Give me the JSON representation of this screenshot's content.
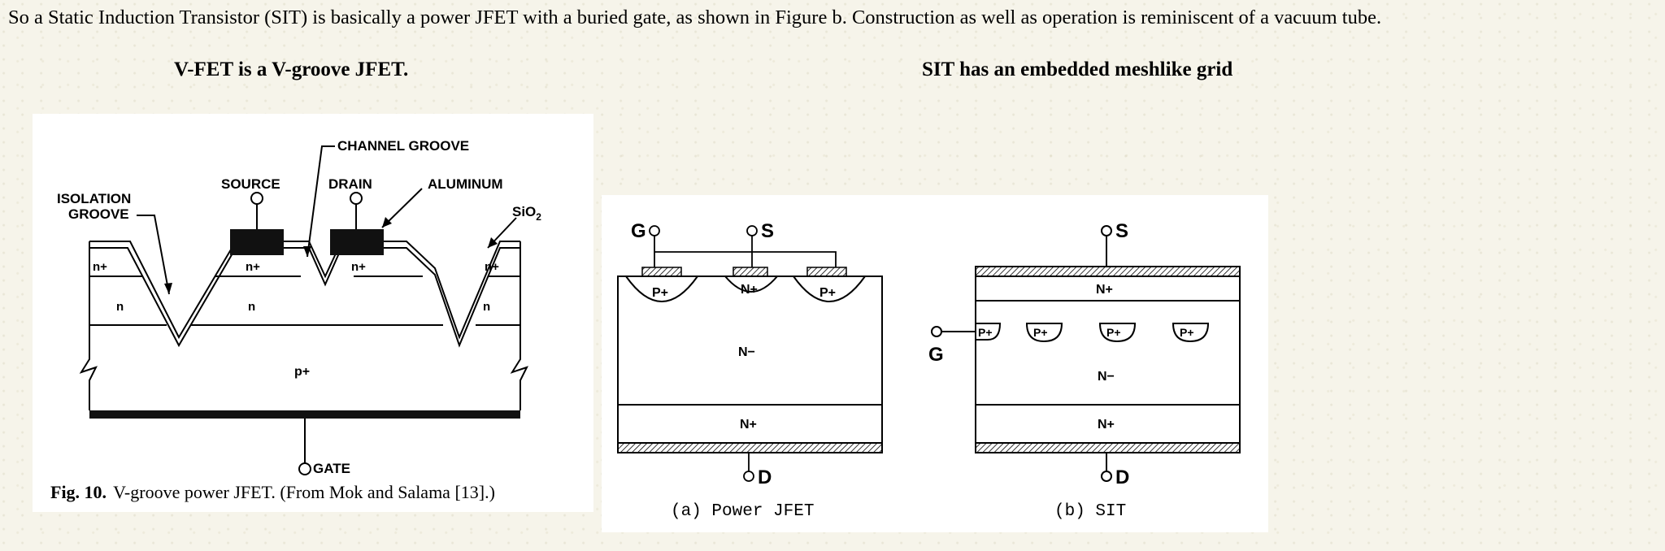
{
  "intro_text": "So a Static Induction Transistor (SIT) is basically a power JFET with a buried gate, as shown in Figure b. Construction as well as operation is reminiscent of a vacuum tube.",
  "heading_left": "V-FET is a V-groove JFET.",
  "heading_right": "SIT has an embedded meshlike grid",
  "vfet_figure": {
    "labels": {
      "channel_groove": "CHANNEL GROOVE",
      "source": "SOURCE",
      "drain": "DRAIN",
      "aluminum": "ALUMINUM",
      "isolation_line1": "ISOLATION",
      "isolation_line2": "GROOVE",
      "sio2": "SiO",
      "sio2_sub": "2",
      "gate": "GATE",
      "n_plus": "n+",
      "n": "n",
      "p_plus": "p+"
    },
    "caption_bold": "Fig. 10.",
    "caption_text": "V-groove power JFET. (From Mok and Salama [13].)"
  },
  "power_jfet_figure": {
    "terminal_g": "G",
    "terminal_s": "S",
    "terminal_d": "D",
    "p_plus": "P+",
    "n_plus": "N+",
    "n_minus": "N−",
    "caption": "(a) Power JFET"
  },
  "sit_figure": {
    "terminal_s": "S",
    "terminal_g": "G",
    "terminal_d": "D",
    "n_plus": "N+",
    "p_plus": "P+",
    "n_minus": "N−",
    "caption": "(b) SIT"
  }
}
